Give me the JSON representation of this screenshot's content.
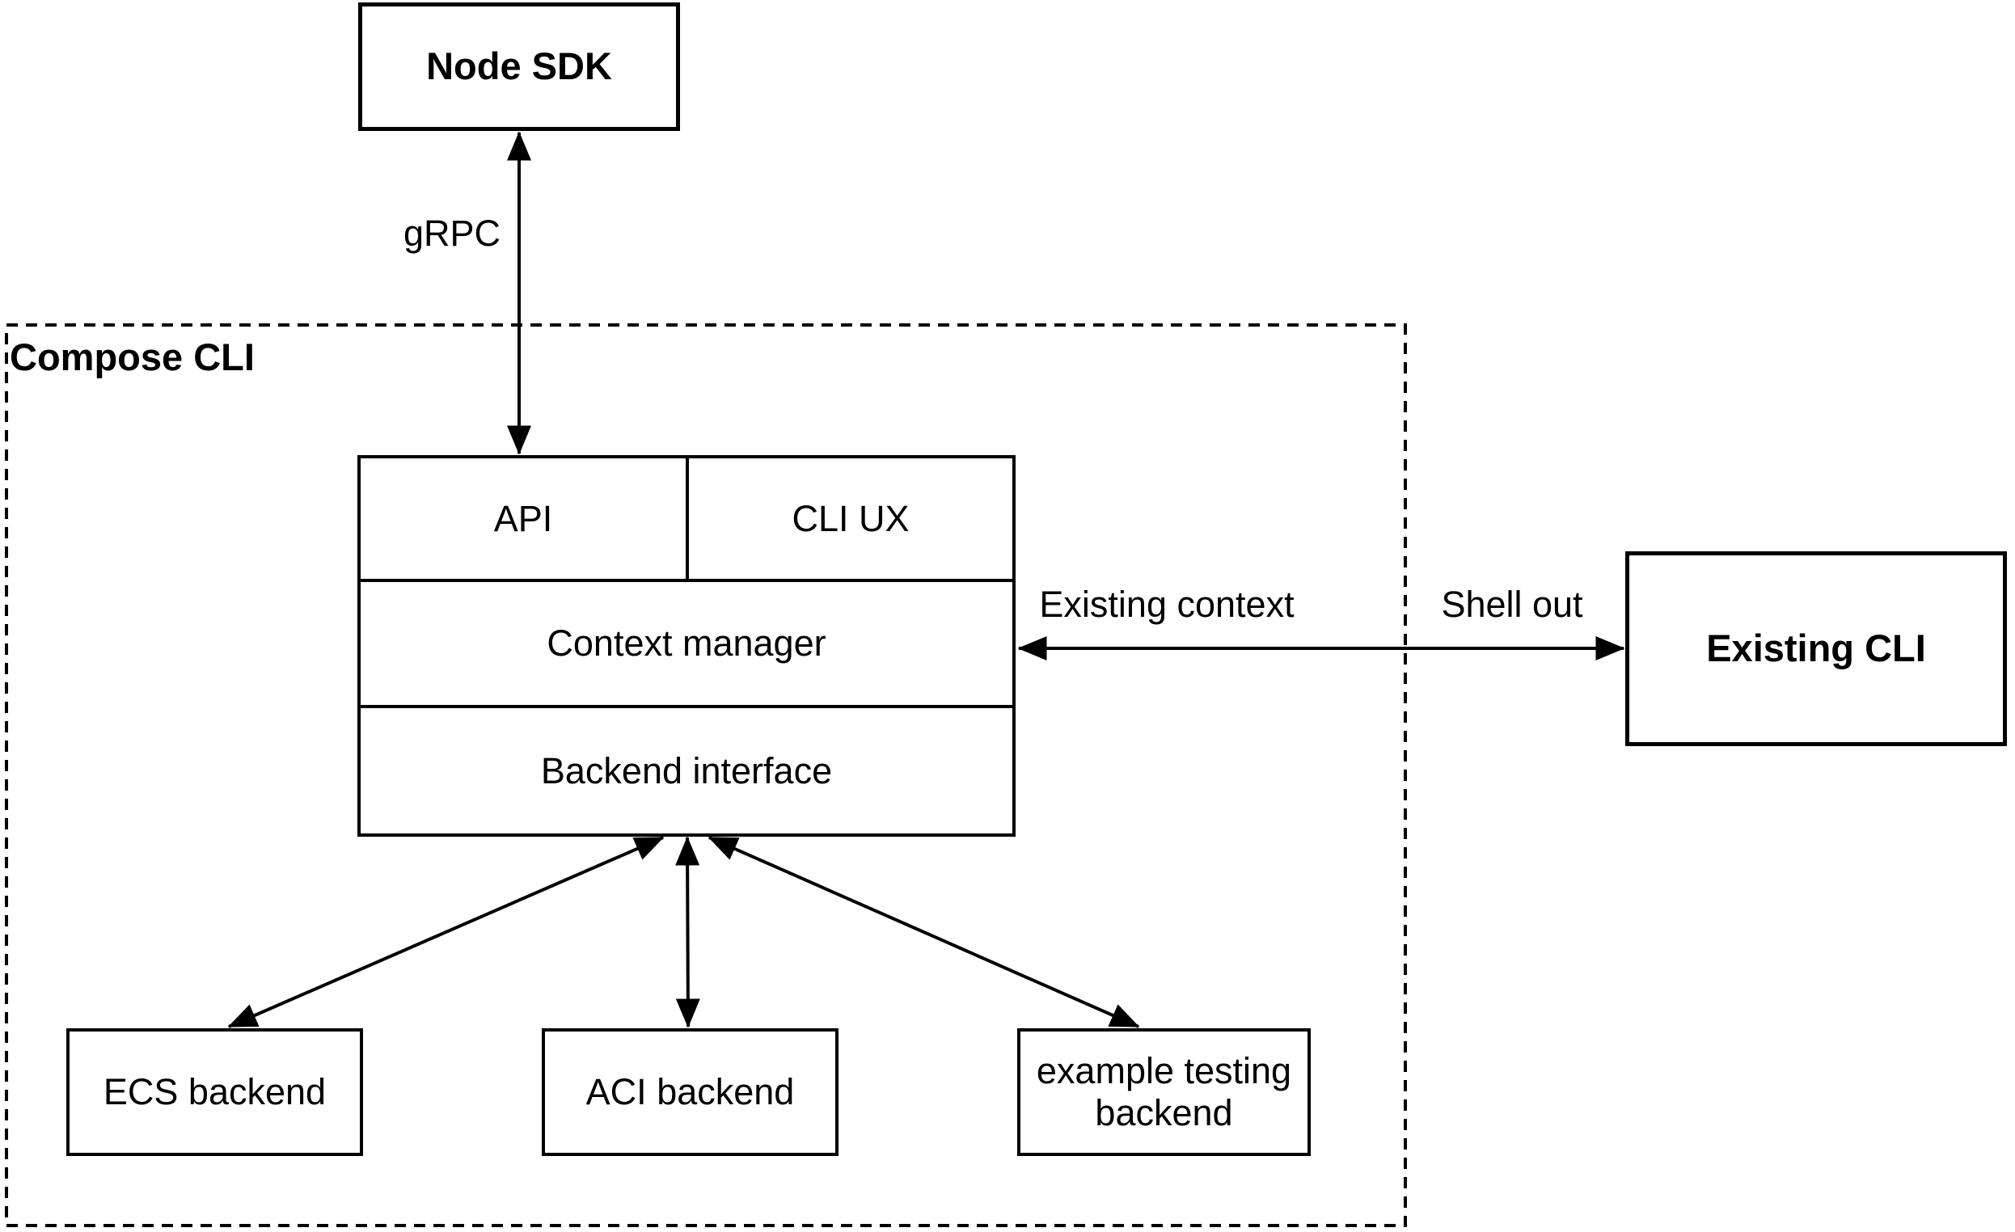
{
  "diagram": {
    "colors": {
      "stroke": "#000000",
      "background": "#ffffff"
    },
    "container": {
      "label": "Compose CLI"
    },
    "nodes": {
      "node_sdk": {
        "label": "Node SDK"
      },
      "api": {
        "label": "API"
      },
      "cli_ux": {
        "label": "CLI UX"
      },
      "context_manager": {
        "label": "Context manager"
      },
      "backend_interface": {
        "label": "Backend interface"
      },
      "existing_cli": {
        "label": "Existing CLI"
      },
      "ecs_backend": {
        "label": "ECS backend"
      },
      "aci_backend": {
        "label": "ACI backend"
      },
      "example_testing_backend": {
        "line1": "example testing",
        "line2": "backend"
      }
    },
    "edge_labels": {
      "grpc": "gRPC",
      "existing_context": "Existing context",
      "shell_out": "Shell out"
    },
    "edges": [
      {
        "from": "Node SDK",
        "to": "API",
        "label": "gRPC",
        "direction": "bidirectional"
      },
      {
        "from": "Context manager",
        "to": "Existing CLI",
        "labels": [
          "Existing context",
          "Shell out"
        ],
        "direction": "bidirectional"
      },
      {
        "from": "Backend interface",
        "to": "ECS backend",
        "direction": "bidirectional"
      },
      {
        "from": "Backend interface",
        "to": "ACI backend",
        "direction": "bidirectional"
      },
      {
        "from": "Backend interface",
        "to": "example testing backend",
        "direction": "bidirectional"
      }
    ]
  }
}
